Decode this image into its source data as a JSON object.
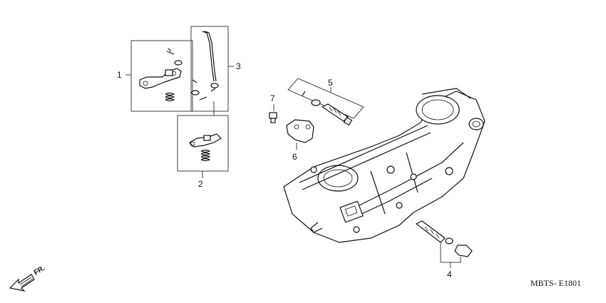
{
  "diagram": {
    "callouts": [
      {
        "id": "1",
        "label": "1"
      },
      {
        "id": "2",
        "label": "2"
      },
      {
        "id": "3",
        "label": "3"
      },
      {
        "id": "4",
        "label": "4"
      },
      {
        "id": "5",
        "label": "5"
      },
      {
        "id": "6",
        "label": "6"
      },
      {
        "id": "7",
        "label": "7"
      }
    ],
    "direction_marker": "FR.",
    "diagram_code": "MBTS- E1801"
  }
}
